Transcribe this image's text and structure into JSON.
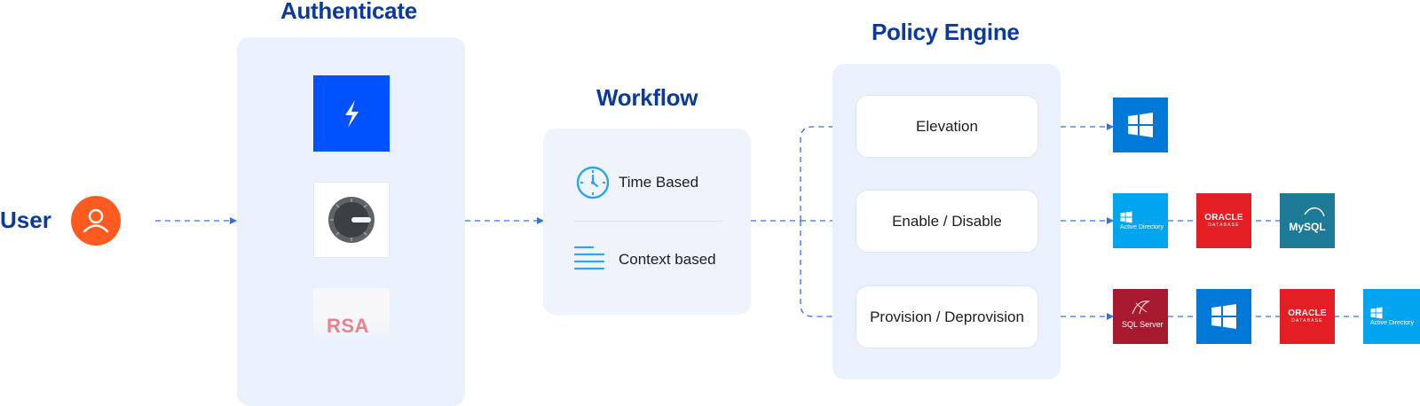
{
  "user": {
    "label": "User"
  },
  "authenticate": {
    "title": "Authenticate",
    "rsa_logo": "RSA"
  },
  "workflow": {
    "title": "Workflow",
    "items": [
      {
        "label": "Time Based",
        "icon": "clock-icon"
      },
      {
        "label": "Context based",
        "icon": "lines-icon"
      }
    ]
  },
  "policy_engine": {
    "title": "Policy Engine",
    "items": [
      "Elevation",
      "Enable / Disable",
      "Provision / Deprovision"
    ]
  },
  "targets": {
    "active_directory": "Active Directory",
    "oracle": "ORACLE",
    "oracle_sub": "DATABASE",
    "mysql": "MySQL",
    "sql_server": "SQL Server"
  },
  "colors": {
    "heading": "#0b3a9a",
    "accent_blue": "#2f6ff0",
    "panel_bg": "#eaf1fd",
    "user_orange": "#ff5a1f",
    "windows_blue": "#0078d7",
    "ad_blue": "#00a4ef",
    "oracle_red": "#e31e24",
    "mysql_teal": "#1d7b97",
    "sqlserver_red": "#a6192e"
  }
}
